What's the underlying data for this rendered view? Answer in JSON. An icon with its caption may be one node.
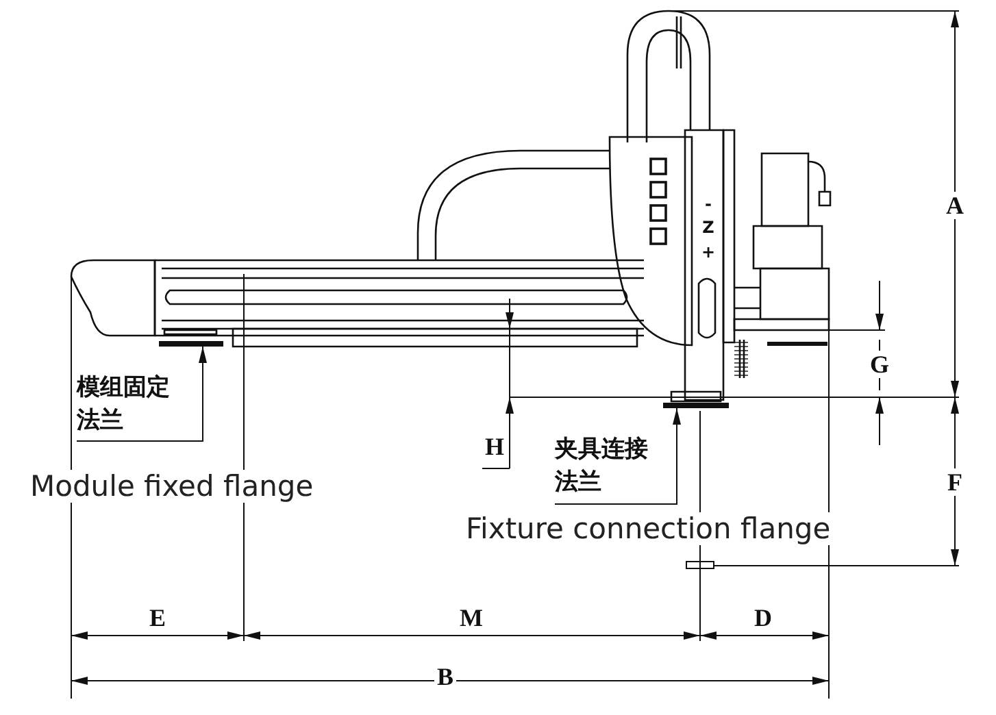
{
  "diagram": {
    "nodes": [
      {
        "text": [
          "模组固定法兰"
        ],
        "beside": [
          "Module fixed flange"
        ]
      },
      {
        "text": [],
        "shape": "bar"
      },
      {
        "text": [
          "夹具连接法兰"
        ],
        "beside": [
          "Fixture connection flange"
        ]
      },
      {
        "text": [],
        "shape": "bar"
      }
    ],
    "edges": [
      {
        "from": 0,
        "to": 1,
        "arrow": "to"
      },
      {
        "from": 2,
        "to": 3,
        "arrow": "to"
      }
    ],
    "labels": [
      "A",
      "-",
      "Z",
      "+",
      "G",
      "H",
      "F",
      "E",
      "M",
      "D",
      "B"
    ]
  }
}
